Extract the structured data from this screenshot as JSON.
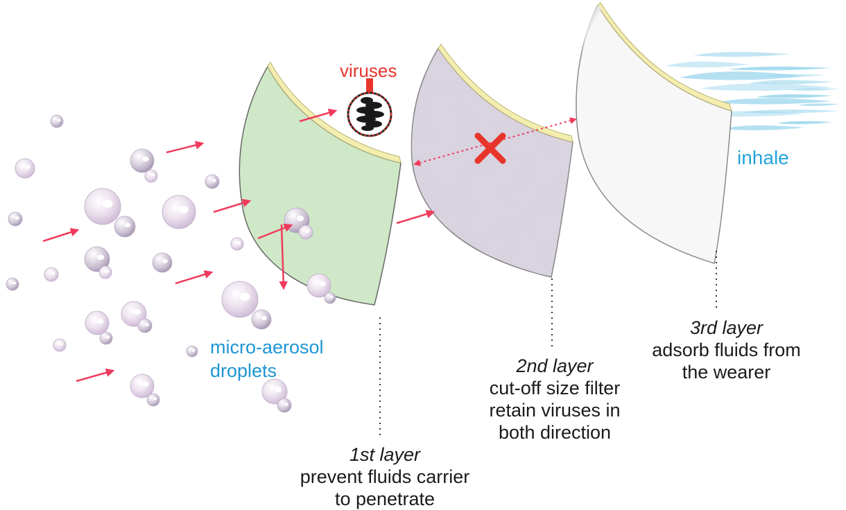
{
  "labels": {
    "viruses": "viruses",
    "inhale": "inhale",
    "droplets_line1": "micro-aerosol",
    "droplets_line2": "droplets"
  },
  "layers": [
    {
      "title": "1st layer",
      "desc_lines": [
        "prevent fluids carrier",
        "to penetrate"
      ]
    },
    {
      "title": "2nd layer",
      "desc_lines": [
        "cut-off size filter",
        "retain viruses in",
        "both direction"
      ]
    },
    {
      "title": "3rd layer",
      "desc_lines": [
        "adsorb fluids from",
        "the wearer"
      ]
    }
  ],
  "colors": {
    "layer1_fill": "#cfe8c7",
    "layer2_fill": "#d8d2de",
    "layer3_fill": "#f7f7f7",
    "layer_edge": "#f3eeb0",
    "arrow": "#ef3b5d",
    "block_mark": "#e8352c",
    "virus_text": "#e8352c",
    "inhale_text": "#23a4dc",
    "droplet_text": "#1e95d3",
    "inhale_stream": "#7fcbe8"
  }
}
